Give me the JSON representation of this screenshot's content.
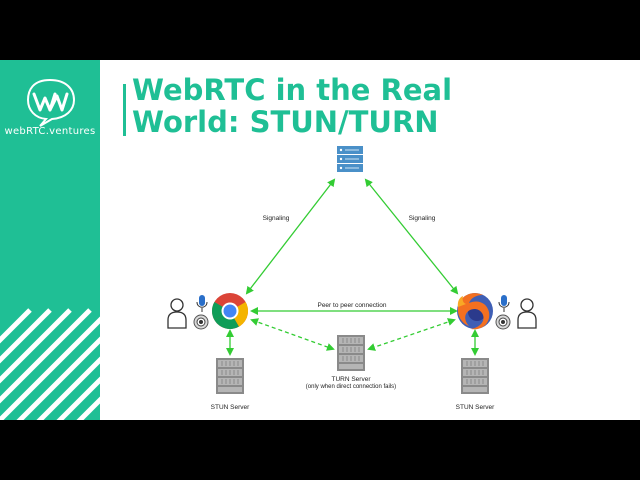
{
  "brand": {
    "name": "webRTC.ventures"
  },
  "slide": {
    "title_line1": "WebRTC in the Real",
    "title_line2": "World: STUN/TURN"
  },
  "diagram": {
    "signaling_left": "Signaling",
    "signaling_right": "Signaling",
    "peer_connection": "Peer to peer connection",
    "turn_server": "TURN Server",
    "turn_note": "(only when direct connection fails)",
    "stun_left": "STUN Server",
    "stun_right": "STUN Server",
    "colors": {
      "arrow": "#33cc33",
      "server": "#4a90c8",
      "accent": "#1fbf95"
    }
  }
}
